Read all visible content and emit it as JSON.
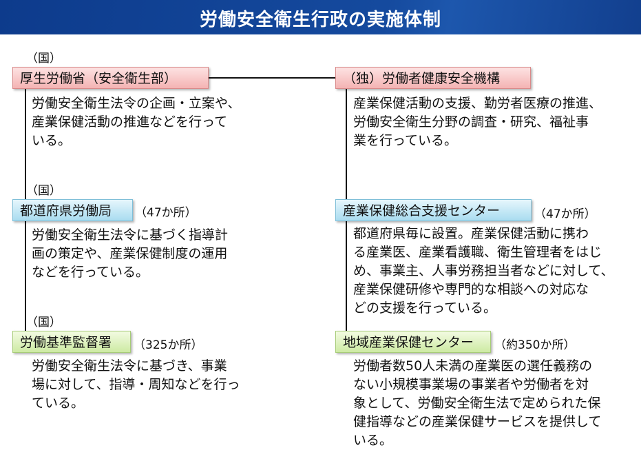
{
  "title": "労働安全衛生行政の実施体制",
  "left": [
    {
      "tag": "（国）",
      "name": "厚生労働省（安全衛生部）",
      "count": "",
      "desc": [
        "労働安全衛生法令の企画・立案や、",
        "産業保健活動の推進などを行って",
        "いる。"
      ]
    },
    {
      "tag": "（国）",
      "name": "都道府県労働局",
      "count": "（47か所）",
      "desc": [
        "労働安全衛生法令に基づく指導計",
        "画の策定や、産業保健制度の運用",
        "などを行っている。"
      ]
    },
    {
      "tag": "（国）",
      "name": "労働基準監督署",
      "count": "（325か所）",
      "desc": [
        "労働安全衛生法令に基づき、事業",
        "場に対して、指導・周知などを行っ",
        "ている。"
      ]
    }
  ],
  "right": [
    {
      "name": "（独）労働者健康安全機構",
      "count": "",
      "desc": [
        "産業保健活動の支援、勤労者医療の推進、",
        "労働安全衛生分野の調査・研究、福祉事",
        "業を行っている。"
      ]
    },
    {
      "name": "産業保健総合支援センター",
      "count": "（47か所）",
      "desc": [
        "都道府県毎に設置。産業保健活動に携わ",
        "る産業医、産業看護職、衛生管理者をはじ",
        "め、事業主、人事労務担当者などに対して、",
        "産業保健研修や専門的な相談への対応な",
        "どの支援を行っている。"
      ]
    },
    {
      "name": "地域産業保健センター",
      "count": "（約350か所）",
      "desc": [
        "労働者数50人未満の産業医の選任義務の",
        "ない小規模事業場の事業者や労働者を対",
        "象として、労働安全衛生法で定められた保",
        "健指導などの産業保健サービスを提供して",
        "いる。"
      ]
    }
  ]
}
